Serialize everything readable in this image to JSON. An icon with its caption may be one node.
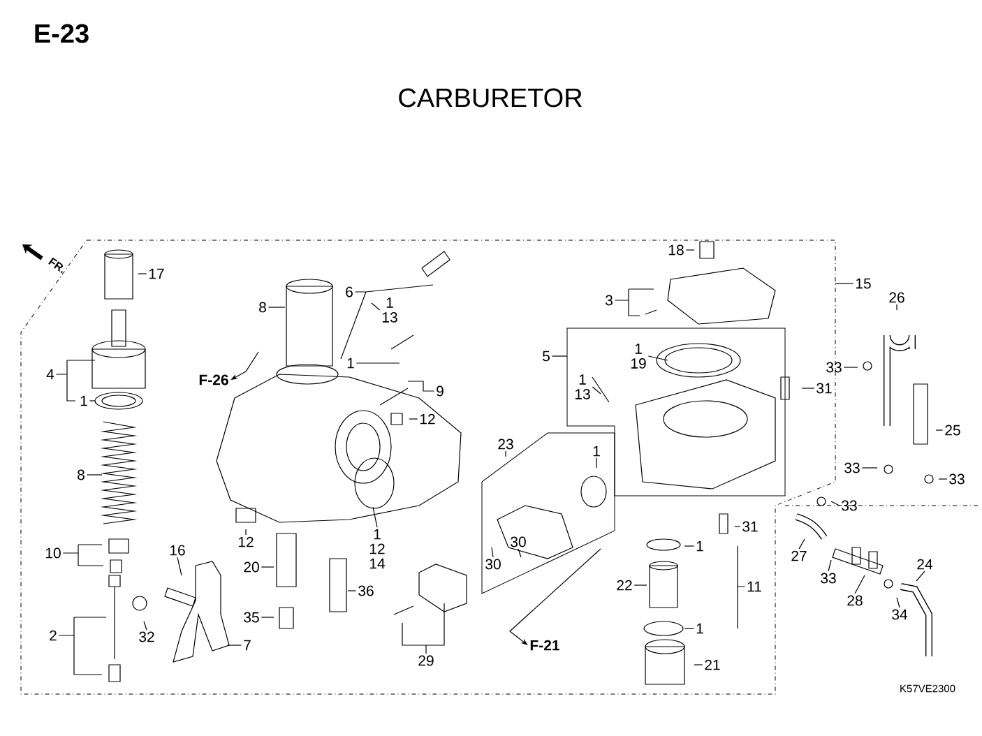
{
  "diagram": {
    "title": "CARBURETOR",
    "nodes": [
      {
        "text": [
          "17"
        ]
      },
      {
        "text": [
          "4"
        ]
      },
      {
        "text": [
          "1"
        ]
      },
      {
        "text": [
          "8"
        ]
      },
      {
        "text": [
          "10"
        ]
      },
      {
        "text": [
          "2"
        ]
      },
      {
        "text": [
          "16"
        ]
      },
      {
        "text": [
          "32"
        ]
      },
      {
        "text": [
          "7"
        ]
      },
      {
        "text": [
          "F-26"
        ]
      },
      {
        "text": [
          "8"
        ]
      },
      {
        "text": [
          "6"
        ]
      },
      {
        "text": [
          "1",
          "13"
        ]
      },
      {
        "text": [
          "1"
        ]
      },
      {
        "text": [
          "9"
        ]
      },
      {
        "text": [
          "12"
        ]
      },
      {
        "text": [
          "12"
        ]
      },
      {
        "text": [
          "20"
        ]
      },
      {
        "text": [
          "35"
        ]
      },
      {
        "text": [
          "1",
          "12",
          "14"
        ]
      },
      {
        "text": [
          "36"
        ]
      },
      {
        "text": [
          "29"
        ]
      },
      {
        "text": [
          "18"
        ]
      },
      {
        "text": [
          "3"
        ]
      },
      {
        "text": [
          "5"
        ]
      },
      {
        "text": [
          "1",
          "19"
        ]
      },
      {
        "text": [
          "1",
          "13"
        ]
      },
      {
        "text": [
          "31"
        ]
      },
      {
        "text": [
          "23"
        ]
      },
      {
        "text": [
          "1"
        ]
      },
      {
        "text": [
          "30"
        ]
      },
      {
        "text": [
          "30"
        ]
      },
      {
        "text": [
          "F-21"
        ]
      },
      {
        "text": [
          "31"
        ]
      },
      {
        "text": [
          "1"
        ]
      },
      {
        "text": [
          "22"
        ]
      },
      {
        "text": [
          "11"
        ]
      },
      {
        "text": [
          "1"
        ]
      },
      {
        "text": [
          "21"
        ]
      },
      {
        "text": [
          "15"
        ]
      },
      {
        "text": [
          "26"
        ]
      },
      {
        "text": [
          "33"
        ]
      },
      {
        "text": [
          "33"
        ]
      },
      {
        "text": [
          "25"
        ]
      },
      {
        "text": [
          "33"
        ]
      },
      {
        "text": [
          "33"
        ]
      },
      {
        "text": [
          "27"
        ]
      },
      {
        "text": [
          "33"
        ]
      },
      {
        "text": [
          "28"
        ]
      },
      {
        "text": [
          "24"
        ]
      },
      {
        "text": [
          "34"
        ]
      }
    ],
    "edges": [
      {
        "from": 0,
        "to": null,
        "arrow": "none"
      },
      {
        "from": 1,
        "to": null,
        "arrow": "none"
      },
      {
        "from": 2,
        "to": null,
        "arrow": "none"
      },
      {
        "from": 3,
        "to": null,
        "arrow": "none"
      },
      {
        "from": 4,
        "to": null,
        "arrow": "none"
      },
      {
        "from": 5,
        "to": null,
        "arrow": "none"
      },
      {
        "from": 6,
        "to": null,
        "arrow": "none"
      },
      {
        "from": 7,
        "to": null,
        "arrow": "none"
      },
      {
        "from": 8,
        "to": null,
        "arrow": "none"
      },
      {
        "from": null,
        "to": 9,
        "arrow": "to"
      },
      {
        "from": 10,
        "to": null,
        "arrow": "none"
      },
      {
        "from": 11,
        "to": null,
        "arrow": "none"
      },
      {
        "from": 12,
        "to": null,
        "arrow": "none"
      },
      {
        "from": 13,
        "to": null,
        "arrow": "none"
      },
      {
        "from": 14,
        "to": null,
        "arrow": "none"
      },
      {
        "from": 15,
        "to": null,
        "arrow": "none"
      },
      {
        "from": 16,
        "to": null,
        "arrow": "none"
      },
      {
        "from": 17,
        "to": null,
        "arrow": "none"
      },
      {
        "from": 18,
        "to": null,
        "arrow": "none"
      },
      {
        "from": 19,
        "to": null,
        "arrow": "none"
      },
      {
        "from": 20,
        "to": null,
        "arrow": "none"
      },
      {
        "from": 21,
        "to": null,
        "arrow": "none"
      },
      {
        "from": 22,
        "to": null,
        "arrow": "none"
      },
      {
        "from": 23,
        "to": null,
        "arrow": "none"
      },
      {
        "from": 24,
        "to": null,
        "arrow": "none"
      },
      {
        "from": 25,
        "to": null,
        "arrow": "none"
      },
      {
        "from": 26,
        "to": null,
        "arrow": "none"
      },
      {
        "from": 27,
        "to": null,
        "arrow": "none"
      },
      {
        "from": 28,
        "to": null,
        "arrow": "none"
      },
      {
        "from": 29,
        "to": null,
        "arrow": "none"
      },
      {
        "from": 30,
        "to": null,
        "arrow": "none"
      },
      {
        "from": 31,
        "to": null,
        "arrow": "none"
      },
      {
        "from": null,
        "to": 32,
        "arrow": "to"
      },
      {
        "from": 33,
        "to": null,
        "arrow": "none"
      },
      {
        "from": 34,
        "to": null,
        "arrow": "none"
      },
      {
        "from": 35,
        "to": null,
        "arrow": "none"
      },
      {
        "from": 36,
        "to": null,
        "arrow": "none"
      },
      {
        "from": 37,
        "to": null,
        "arrow": "none"
      },
      {
        "from": 38,
        "to": null,
        "arrow": "none"
      },
      {
        "from": 39,
        "to": null,
        "arrow": "none"
      },
      {
        "from": 40,
        "to": null,
        "arrow": "none"
      },
      {
        "from": 41,
        "to": null,
        "arrow": "none"
      },
      {
        "from": 42,
        "to": null,
        "arrow": "none"
      },
      {
        "from": 43,
        "to": null,
        "arrow": "none"
      },
      {
        "from": 44,
        "to": null,
        "arrow": "none"
      },
      {
        "from": 45,
        "to": null,
        "arrow": "none"
      },
      {
        "from": 46,
        "to": null,
        "arrow": "none"
      },
      {
        "from": 47,
        "to": null,
        "arrow": "none"
      },
      {
        "from": 48,
        "to": null,
        "arrow": "none"
      },
      {
        "from": 49,
        "to": null,
        "arrow": "none"
      },
      {
        "from": 50,
        "to": null,
        "arrow": "none"
      }
    ],
    "labels": [
      "E-23",
      "FR.",
      "K57VE2300"
    ]
  }
}
